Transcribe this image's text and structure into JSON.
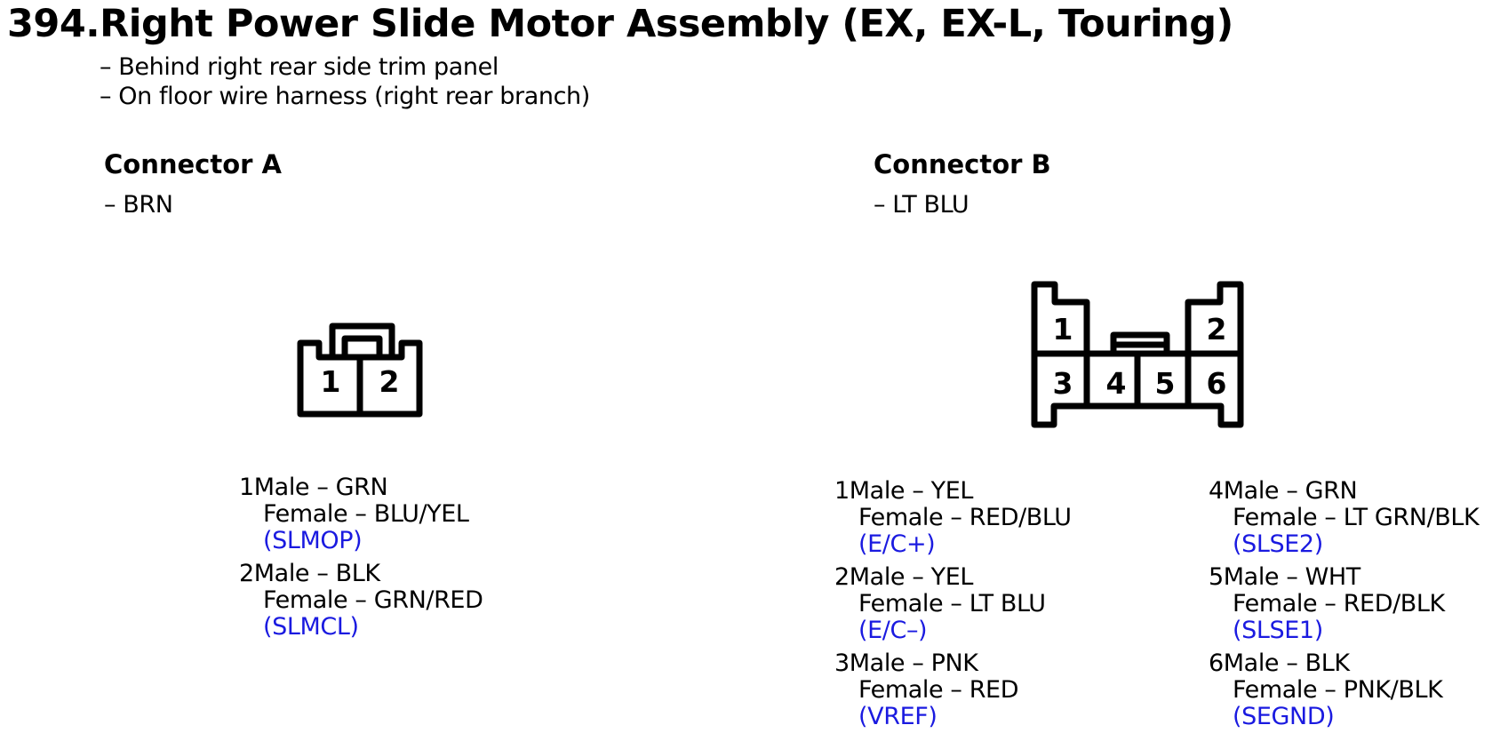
{
  "page": {
    "title": "394.Right Power Slide Motor Assembly (EX, EX-L, Touring)",
    "location_notes": [
      "– Behind right rear side trim panel",
      "– On floor wire harness (right rear branch)"
    ]
  },
  "colors": {
    "text": "#000000",
    "line": "#000000",
    "background": "#ffffff",
    "signal": "#1a1ae0"
  },
  "connector_a": {
    "heading": "Connector A",
    "color_note": "– BRN",
    "cavity_labels": [
      "1",
      "2"
    ],
    "pins": [
      {
        "number": "1",
        "male": "Male – GRN",
        "female": "Female – BLU/YEL",
        "signal": "(SLMOP)"
      },
      {
        "number": "2",
        "male": "Male – BLK",
        "female": "Female – GRN/RED",
        "signal": "(SLMCL)"
      }
    ]
  },
  "connector_b": {
    "heading": "Connector B",
    "color_note": "– LT BLU",
    "cavity_labels": [
      "1",
      "2",
      "3",
      "4",
      "5",
      "6"
    ],
    "pin_columns": [
      [
        {
          "number": "1",
          "male": "Male – YEL",
          "female": "Female – RED/BLU",
          "signal": "(E/C+)"
        },
        {
          "number": "2",
          "male": "Male – YEL",
          "female": "Female – LT BLU",
          "signal": "(E/C–)"
        },
        {
          "number": "3",
          "male": "Male – PNK",
          "female": "Female – RED",
          "signal": "(VREF)"
        }
      ],
      [
        {
          "number": "4",
          "male": "Male – GRN",
          "female": "Female – LT GRN/BLK",
          "signal": "(SLSE2)"
        },
        {
          "number": "5",
          "male": "Male – WHT",
          "female": "Female – RED/BLK",
          "signal": "(SLSE1)"
        },
        {
          "number": "6",
          "male": "Male – BLK",
          "female": "Female – PNK/BLK",
          "signal": "(SEGND)"
        }
      ]
    ]
  }
}
